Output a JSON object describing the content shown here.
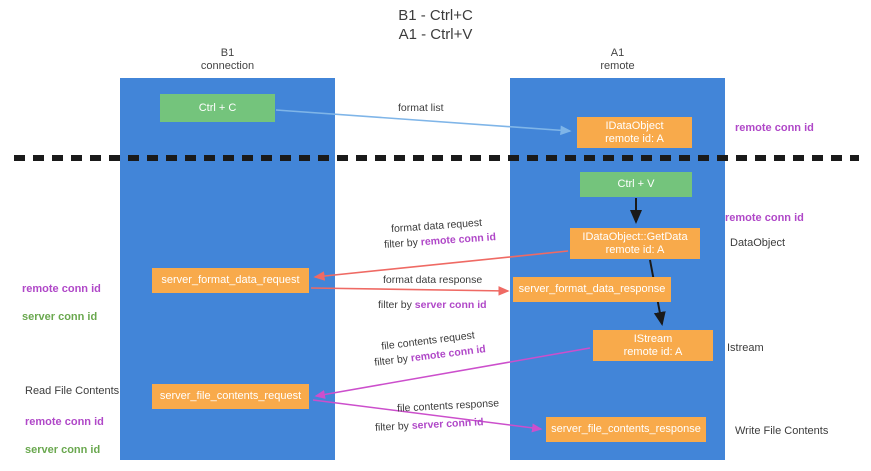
{
  "title": "B1 - Ctrl+C\nA1 - Ctrl+V",
  "lanes": [
    {
      "name": "left",
      "header": "B1\nconnection",
      "color": "#4285d8"
    },
    {
      "name": "right",
      "header": "A1\nremote",
      "color": "#4285d8"
    }
  ],
  "nodes": {
    "ctrl_c": "Ctrl + C",
    "idataobject": "IDataObject\nremote id: A",
    "ctrl_v": "Ctrl + V",
    "getdata": "IDataObject::GetData\nremote id: A",
    "server_format_data_request": "server_format_data_request",
    "server_format_data_response": "server_format_data_response",
    "istream": "IStream\nremote id: A",
    "server_file_contents_request": "server_file_contents_request",
    "server_file_contents_response": "server_file_contents_response"
  },
  "edge_labels": {
    "format_list": "format list",
    "format_data_request": "format data request",
    "filter_by_prefix": "filter by ",
    "remote_conn_id": "remote conn id",
    "format_data_response": "format data response",
    "server_conn_id": "server conn id",
    "file_contents_request": "file contents request",
    "file_contents_response": "file contents response"
  },
  "annotations": {
    "remote_conn_id_top": "remote conn id",
    "remote_conn_id_mid": "remote conn id",
    "dataobject": "DataObject",
    "istream": "Istream",
    "write_file_contents": "Write File Contents",
    "read_file_contents": "Read File Contents",
    "remote_conn_id_left": "remote conn id",
    "server_conn_id_left": "server conn id"
  },
  "colors": {
    "lane": "#4285d8",
    "green_node": "#74c47c",
    "orange_node": "#f8aa4b",
    "purple_text": "#b048c8",
    "green_text": "#6aa84f",
    "arrow_blue": "#7fb5e8",
    "arrow_red": "#ef6a64",
    "arrow_magenta": "#cc4fcc",
    "arrow_black": "#1a1a1a",
    "divider": "#1a1a1a"
  }
}
